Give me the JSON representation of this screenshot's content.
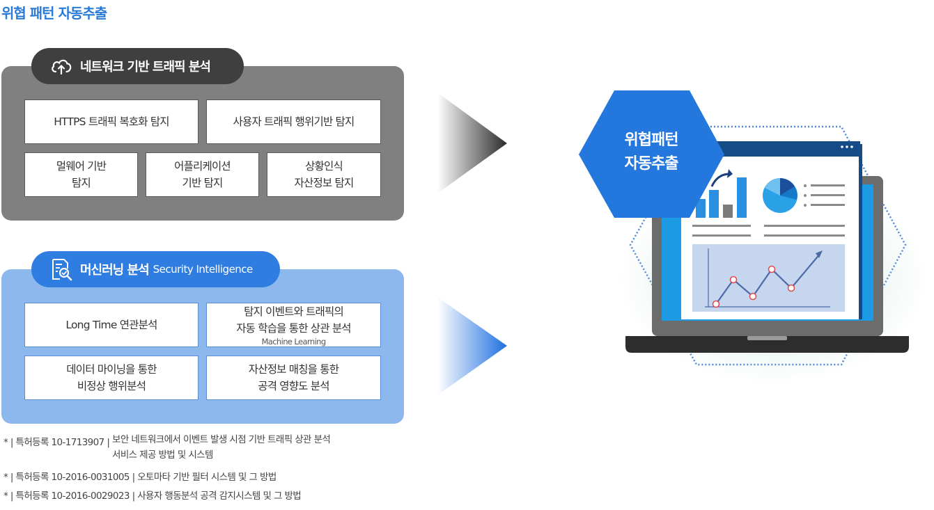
{
  "page": {
    "title": "위협 패턴 자동추출"
  },
  "network_panel": {
    "heading": "네트워크 기반 트래픽 분석",
    "icon": "cloud-upload-icon",
    "items": [
      {
        "line1": "HTTPS 트래픽 복호화 탐지",
        "line2": ""
      },
      {
        "line1": "사용자 트래픽 행위기반 탐지",
        "line2": ""
      },
      {
        "line1": "멀웨어 기반",
        "line2": "탐지"
      },
      {
        "line1": "어플리케이션",
        "line2": "기반 탐지"
      },
      {
        "line1": "상황인식",
        "line2": "자산정보 탐지"
      }
    ]
  },
  "ml_panel": {
    "heading": "머신러닝 분석",
    "heading_sub": "Security Intelligence",
    "icon": "document-search-icon",
    "items": [
      {
        "line1": "Long Time 연관분석",
        "line2": "",
        "note": ""
      },
      {
        "line1": "탐지 이벤트와 트래픽의",
        "line2": "자동 학습을 통한 상관 분석",
        "note": "Machine Learning"
      },
      {
        "line1": "데이터 마이닝을 통한",
        "line2": "비정상 행위분석",
        "note": ""
      },
      {
        "line1": "자산정보 매칭을 통한",
        "line2": "공격 영향도 분석",
        "note": ""
      }
    ]
  },
  "result": {
    "line1": "위협패턴",
    "line2": "자동추출",
    "hex_color": "#2477dc"
  },
  "colors": {
    "accent_blue": "#2f7de0",
    "panel_gray": "#808080",
    "panel_blue": "#8db8ee",
    "title_blue": "#2a7ad8"
  },
  "footnotes": [
    {
      "mark": "*",
      "label": "특허등록 10-1713907",
      "desc1": "보안 네트워크에서 이벤트 발생 시점 기반 트래픽 상관 분석",
      "desc2": "서비스 제공 방법 및 시스템"
    },
    {
      "mark": "*",
      "label": "특허등록 10-2016-0031005",
      "desc1": "오토마타 기반 필터 시스템 및 그 방법",
      "desc2": ""
    },
    {
      "mark": "*",
      "label": "특허등록 10-2016-0029023",
      "desc1": "사용자 행동분석 공격 감지시스템 및 그 방법",
      "desc2": ""
    }
  ]
}
